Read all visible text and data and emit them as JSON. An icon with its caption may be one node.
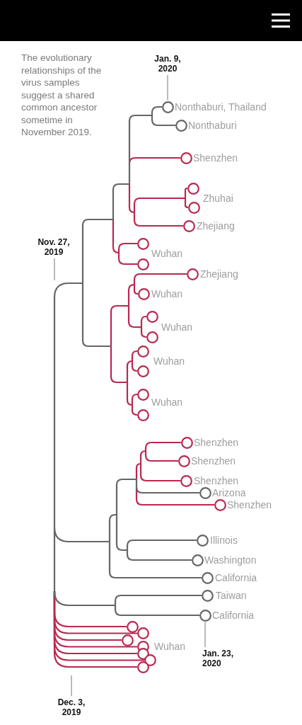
{
  "diagram": {
    "nodes": [
      {
        "text": [
          "Jan. 9, 2020"
        ]
      },
      {
        "text": [],
        "shape": "circle",
        "beside": [
          "Nonthaburi, Thailand"
        ]
      },
      {
        "text": [],
        "shape": "circle",
        "beside": [
          "Nonthaburi"
        ]
      },
      {
        "text": [],
        "shape": "circle",
        "beside": [
          "Shenzhen"
        ]
      },
      {
        "text": [],
        "shape": "circle",
        "beside": [
          "Zhuhai"
        ]
      },
      {
        "text": [],
        "shape": "circle"
      },
      {
        "text": [],
        "shape": "circle",
        "beside": [
          "Zhejiang"
        ]
      },
      {
        "text": [
          "Nov. 27, 2019"
        ]
      },
      {
        "text": [],
        "shape": "circle",
        "beside": [
          "Wuhan"
        ]
      },
      {
        "text": [],
        "shape": "circle"
      },
      {
        "text": [],
        "shape": "circle",
        "beside": [
          "Zhejiang"
        ]
      },
      {
        "text": [],
        "shape": "circle",
        "beside": [
          "Wuhan"
        ]
      },
      {
        "text": [],
        "shape": "circle",
        "beside": [
          "Wuhan"
        ]
      },
      {
        "text": [],
        "shape": "circle"
      },
      {
        "text": [],
        "shape": "circle",
        "beside": [
          "Wuhan"
        ]
      },
      {
        "text": [],
        "shape": "circle"
      },
      {
        "text": [],
        "shape": "circle",
        "beside": [
          "Wuhan"
        ]
      },
      {
        "text": [],
        "shape": "circle"
      },
      {
        "text": [],
        "shape": "circle",
        "beside": [
          "Shenzhen"
        ]
      },
      {
        "text": [],
        "shape": "circle",
        "beside": [
          "Shenzhen"
        ]
      },
      {
        "text": [],
        "shape": "circle",
        "beside": [
          "Shenzhen"
        ]
      },
      {
        "text": [],
        "shape": "circle",
        "beside": [
          "Arizona"
        ]
      },
      {
        "text": [],
        "shape": "circle",
        "beside": [
          "Shenzhen"
        ]
      },
      {
        "text": [],
        "shape": "circle",
        "beside": [
          "Illinois"
        ]
      },
      {
        "text": [],
        "shape": "circle",
        "beside": [
          "Washington"
        ]
      },
      {
        "text": [],
        "shape": "circle",
        "beside": [
          "California"
        ]
      },
      {
        "text": [],
        "shape": "circle",
        "beside": [
          "Taiwan"
        ]
      },
      {
        "text": [],
        "shape": "circle",
        "beside": [
          "California"
        ]
      },
      {
        "text": [],
        "shape": "circle"
      },
      {
        "text": [],
        "shape": "circle"
      },
      {
        "text": [],
        "shape": "circle"
      },
      {
        "text": [],
        "shape": "circle",
        "beside": [
          "Wuhan"
        ]
      },
      {
        "text": [],
        "shape": "circle"
      },
      {
        "text": [],
        "shape": "circle"
      },
      {
        "text": [],
        "shape": "circle"
      },
      {
        "text": [
          "Jan. 23, 2020"
        ]
      },
      {
        "text": [
          "Dec. 3, 2019"
        ]
      }
    ],
    "edges": [
      {
        "from": null,
        "to": 1,
        "arrow": "none",
        "color": "#666666"
      },
      {
        "from": null,
        "to": 2,
        "arrow": "none",
        "color": "#666666"
      },
      {
        "from": null,
        "to": 3,
        "arrow": "none"
      },
      {
        "from": null,
        "to": 4,
        "arrow": "none"
      },
      {
        "from": null,
        "to": 5,
        "arrow": "none"
      },
      {
        "from": null,
        "to": 6,
        "arrow": "none"
      },
      {
        "from": null,
        "to": 8,
        "arrow": "none"
      },
      {
        "from": null,
        "to": 9,
        "arrow": "none"
      },
      {
        "from": null,
        "to": 10,
        "arrow": "none"
      },
      {
        "from": null,
        "to": 11,
        "arrow": "none"
      },
      {
        "from": null,
        "to": 12,
        "arrow": "none"
      },
      {
        "from": null,
        "to": 13,
        "arrow": "none"
      },
      {
        "from": null,
        "to": 14,
        "arrow": "none"
      },
      {
        "from": null,
        "to": 15,
        "arrow": "none"
      },
      {
        "from": null,
        "to": 16,
        "arrow": "none"
      },
      {
        "from": null,
        "to": 17,
        "arrow": "none"
      },
      {
        "from": null,
        "to": 18,
        "arrow": "none"
      },
      {
        "from": null,
        "to": 19,
        "arrow": "none"
      },
      {
        "from": null,
        "to": 20,
        "arrow": "none"
      },
      {
        "from": null,
        "to": 21,
        "arrow": "none",
        "color": "#666666"
      },
      {
        "from": null,
        "to": 22,
        "arrow": "none"
      },
      {
        "from": null,
        "to": 23,
        "arrow": "none",
        "color": "#666666"
      },
      {
        "from": null,
        "to": 24,
        "arrow": "none",
        "color": "#666666"
      },
      {
        "from": null,
        "to": 25,
        "arrow": "none",
        "color": "#666666"
      },
      {
        "from": null,
        "to": 26,
        "arrow": "none",
        "color": "#666666"
      },
      {
        "from": null,
        "to": 27,
        "arrow": "none",
        "color": "#666666"
      },
      {
        "from": null,
        "to": 28,
        "arrow": "none"
      },
      {
        "from": null,
        "to": 29,
        "arrow": "none"
      },
      {
        "from": null,
        "to": 30,
        "arrow": "none"
      },
      {
        "from": null,
        "to": 31,
        "arrow": "none"
      },
      {
        "from": null,
        "to": 32,
        "arrow": "none"
      },
      {
        "from": null,
        "to": 33,
        "arrow": "none"
      },
      {
        "from": null,
        "to": 34,
        "arrow": "none"
      },
      {
        "from": 0,
        "to": 1,
        "arrow": "none",
        "color": "#8c8c8c"
      },
      {
        "from": 7,
        "to": null,
        "arrow": "none",
        "color": "#8c8c8c"
      },
      {
        "from": 35,
        "to": 27,
        "arrow": "none",
        "color": "#8c8c8c"
      },
      {
        "from": 36,
        "to": null,
        "arrow": "none",
        "color": "#8c8c8c"
      }
    ],
    "labels": [
      "The evolutionary relationships of the virus samples suggest a shared common ancestor sometime in November 2019."
    ]
  }
}
